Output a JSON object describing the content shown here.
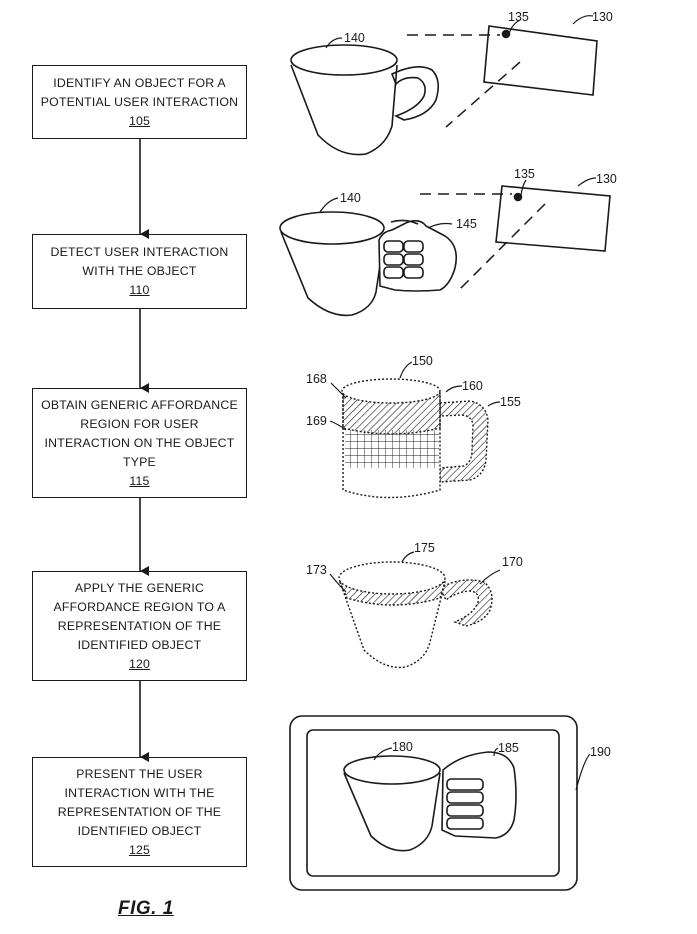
{
  "figure_label": "FIG. 1",
  "steps": [
    {
      "line1": "IDENTIFY AN OBJECT FOR A",
      "line2": "POTENTIAL USER INTERACTION",
      "line3": "",
      "line4": "",
      "ref": "105"
    },
    {
      "line1": "DETECT USER INTERACTION",
      "line2": "WITH THE OBJECT",
      "line3": "",
      "line4": "",
      "ref": "110"
    },
    {
      "line1": "OBTAIN GENERIC AFFORDANCE",
      "line2": "REGION FOR USER",
      "line3": "INTERACTION ON THE OBJECT",
      "line4": "TYPE",
      "ref": "115"
    },
    {
      "line1": "APPLY THE GENERIC",
      "line2": "AFFORDANCE REGION TO A",
      "line3": "REPRESENTATION OF THE",
      "line4": "IDENTIFIED OBJECT",
      "ref": "120"
    },
    {
      "line1": "PRESENT THE USER",
      "line2": "INTERACTION WITH THE",
      "line3": "REPRESENTATION OF THE",
      "line4": "IDENTIFIED OBJECT",
      "ref": "125"
    }
  ],
  "labels": {
    "cup1": "140",
    "camera1_dot": "135",
    "camera1": "130",
    "cup2": "140",
    "camera2_dot": "135",
    "camera2": "130",
    "hand2": "145",
    "mug_top": "150",
    "mug_rim_region": "168",
    "mug_handle_region": "160",
    "mug_body_region": "169",
    "mug_handle": "155",
    "cup3_top": "175",
    "cup3_rim_region": "173",
    "cup3_handle_region": "170",
    "display_cup": "180",
    "display_hand": "185",
    "display_device": "190"
  }
}
